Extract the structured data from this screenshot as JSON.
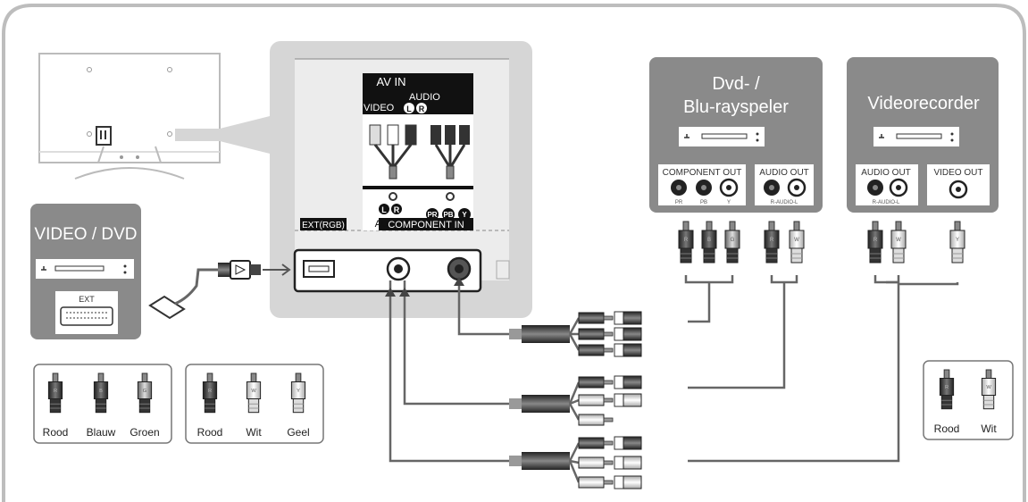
{
  "devices": {
    "video_dvd": {
      "title": "VIDEO / DVD",
      "port_label": "EXT"
    },
    "dvd_bluray": {
      "title_line1": "Dvd- /",
      "title_line2": "Blu-rayspeler",
      "component_out": "COMPONENT OUT",
      "audio_out": "AUDIO OUT",
      "pr": "PR",
      "pb": "PB",
      "y": "Y",
      "audio_rl": "R-AUDIO-L"
    },
    "videorecorder": {
      "title": "Videorecorder",
      "audio_out": "AUDIO OUT",
      "video_out": "VIDEO OUT",
      "audio_rl": "R-AUDIO-L"
    }
  },
  "tv_panel": {
    "av_in": "AV IN",
    "video": "VIDEO",
    "audio_top": "AUDIO",
    "l": "L",
    "r": "R",
    "audio_bottom": "AUDIO",
    "component_in": "COMPONENT IN",
    "ext_rgb": "EXT(RGB)",
    "pr": "PR",
    "pb": "PB",
    "y": "Y"
  },
  "plug_letters": {
    "r": "R",
    "b": "B",
    "g": "G",
    "w": "W",
    "y": "Y"
  },
  "legends": {
    "left": [
      "Rood",
      "Blauw",
      "Groen"
    ],
    "middle": [
      "Rood",
      "Wit",
      "Geel"
    ],
    "right": [
      "Rood",
      "Wit"
    ]
  },
  "colors": {
    "panel": "#d6d6d6",
    "device_box": "#8a8a8a",
    "frame": "#bdbdbd",
    "cable": "#666666"
  }
}
